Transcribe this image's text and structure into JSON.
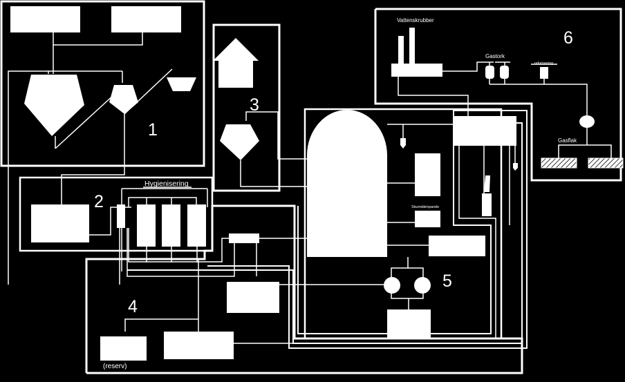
{
  "areas": {
    "a1": "1",
    "a2": "2",
    "a3": "3",
    "a4": "4",
    "a5": "5",
    "a6": "6"
  },
  "labels": {
    "hygienisering": "Hygienisering",
    "vattenskrubber": "Vattenskrubber",
    "gastork": "Gastork",
    "odorisering": "odorisering",
    "gasflak": "Gasflak",
    "skumdampande": "Skumdämpande",
    "reserv": "(reserv)"
  },
  "colors": {
    "background": "#000000",
    "foreground": "#ffffff"
  }
}
